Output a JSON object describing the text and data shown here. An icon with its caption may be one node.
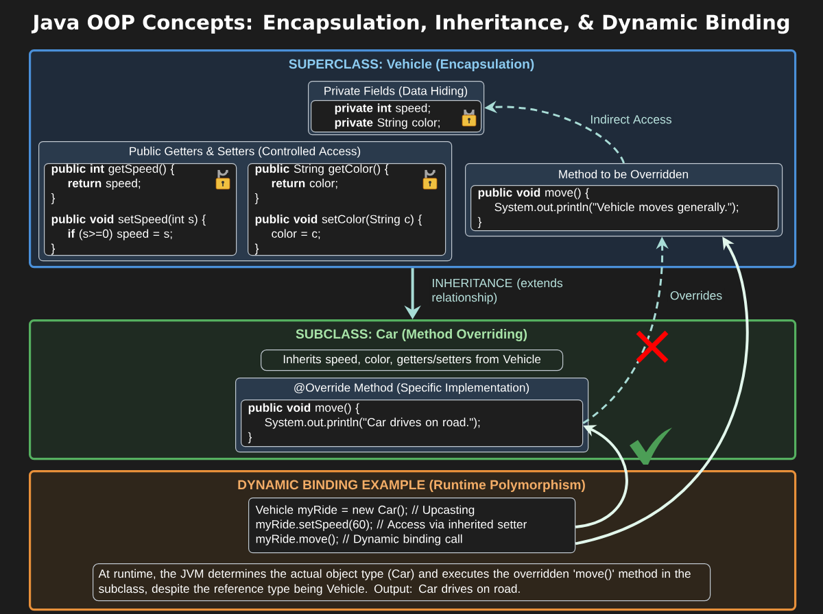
{
  "diagram": {
    "title": "Java OOP Concepts: Encapsulation, Inheritance, & Dynamic Binding",
    "nodes": [
      {
        "text": [
          "SUPERCLASS: Vehicle (Encapsulation)"
        ]
      },
      {
        "text": [
          "Private Fields (Data Hiding)"
        ],
        "in": 0
      },
      {
        "text": [
          "**private int** speed;",
          "**private** String color;"
        ],
        "in": 1
      },
      {
        "text": [
          "Public Getters & Setters (Controlled Access)"
        ],
        "in": 0
      },
      {
        "text": [
          "**public int** getSpeed() {",
          "**return** speed;",
          "}",
          "**public void** setSpeed(int s) {",
          "**if** (s>=0) speed = s;",
          "}"
        ],
        "in": 3
      },
      {
        "text": [
          "**public** String getColor() {",
          "**return** color;",
          "}",
          "**public void** setColor(String c) {",
          "color = c;",
          "}"
        ],
        "in": 3
      },
      {
        "text": [
          "Method to be Overridden"
        ],
        "in": 0
      },
      {
        "text": [
          "**public void** move() {",
          "System.out.println(\"Vehicle moves generally.\");",
          "}"
        ],
        "in": 6
      },
      {
        "text": [
          "SUBCLASS: Car (Method Overriding)"
        ]
      },
      {
        "text": [
          "Inherits speed, color, getters/setters from Vehicle"
        ],
        "in": 8
      },
      {
        "text": [
          "@Override Method (Specific Implementation)"
        ],
        "in": 8
      },
      {
        "text": [
          "**public void** move() {",
          "System.out.println(\"Car drives on road.\");",
          "}"
        ],
        "in": 10
      },
      {
        "text": [
          "DYNAMIC BINDING EXAMPLE (Runtime Polymorphism)"
        ]
      },
      {
        "text": [
          "Vehicle myRide = new Car();  // Upcasting",
          "myRide.setSpeed(60);  // Access via inherited setter",
          "myRide.move();  // Dynamic binding call"
        ],
        "in": 12
      },
      {
        "text": [
          "At runtime, the JVM determines the actual object type (Car) and executes the overridden 'move()' method in the subclass, despite the reference type being Vehicle. Output: Car drives on road."
        ],
        "in": 12
      }
    ],
    "edges": [
      {
        "from": 6,
        "to": 1,
        "arrow": "to",
        "label": "Indirect Access",
        "style": "dashed"
      },
      {
        "from": 0,
        "to": 8,
        "arrow": "to",
        "label": "INHERITANCE (extends relationship)"
      },
      {
        "from": 11,
        "to": 6,
        "arrow": "to",
        "label": "Overrides",
        "style": "dashed"
      },
      {
        "from": 13,
        "to": 11,
        "arrow": "to",
        "color": "#e2f7ec"
      },
      {
        "from": 13,
        "to": 6,
        "arrow": "to",
        "color": "#e2f7ec"
      }
    ]
  }
}
